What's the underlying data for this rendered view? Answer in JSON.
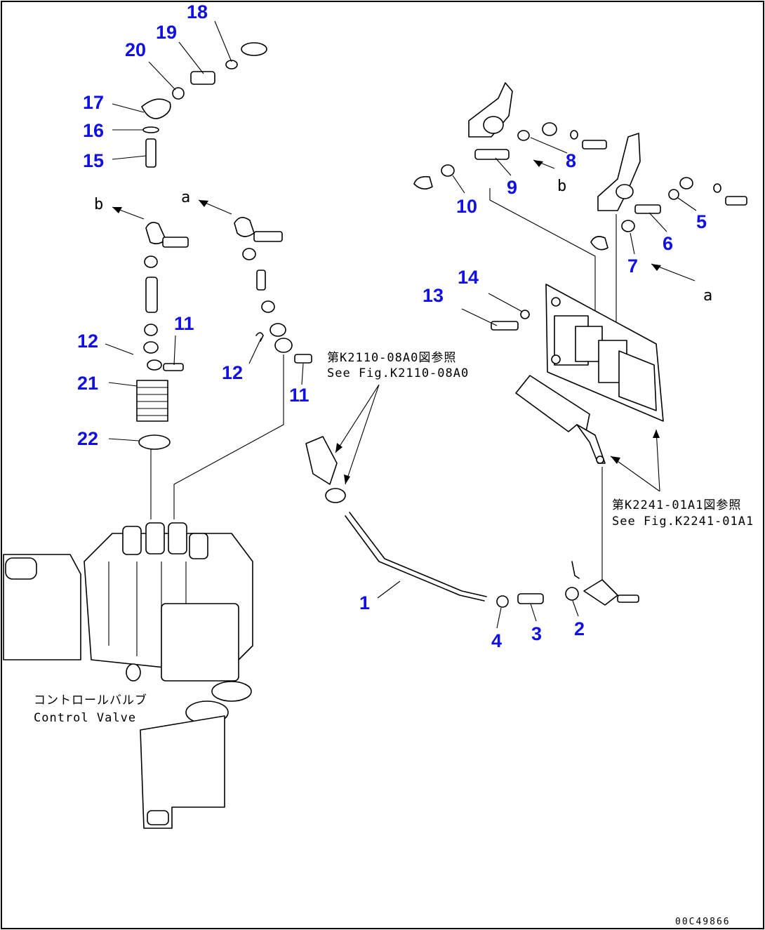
{
  "diagram": {
    "part_numbers": [
      "1",
      "2",
      "3",
      "4",
      "5",
      "6",
      "7",
      "8",
      "9",
      "10",
      "11",
      "11",
      "12",
      "12",
      "13",
      "14",
      "15",
      "16",
      "17",
      "18",
      "19",
      "20",
      "21",
      "22"
    ],
    "ref_letters": {
      "a": "a",
      "b": "b"
    },
    "notes": {
      "ref_k2110_jp": "第K2110-08A0図参照",
      "ref_k2110_en": "See Fig.K2110-08A0",
      "ref_k2241_jp": "第K2241-01A1図参照",
      "ref_k2241_en": "See Fig.K2241-01A1",
      "control_valve_jp": "コントロールバルブ",
      "control_valve_en": "Control Valve"
    },
    "figure_code": "00C49866"
  }
}
